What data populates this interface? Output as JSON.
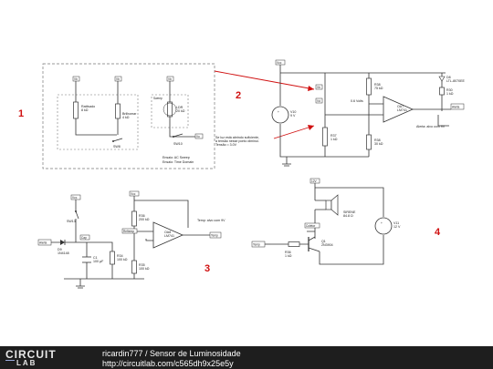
{
  "sections": {
    "s1": "1",
    "s2": "2",
    "s3": "3",
    "s4": "4"
  },
  "colors": {
    "annotation": "#d01010",
    "wire": "#333333",
    "footer_bg": "#1e1e1e"
  },
  "circuit1": {
    "r_fixed": "Rattivado",
    "r_fixed_val": "8 kΩ",
    "r_bright": "Brilhomar",
    "r_bright_val": "4 kΩ",
    "ldr": "LDR",
    "ldr_val": "20 kΩ",
    "sweep_label": "Sweep",
    "sw8": "SW8",
    "sw10": "SW10",
    "note1": "Ensaio: AC Sweep",
    "note2": "Ensaio: Time Domain",
    "net_top": "Vb",
    "net_out": "Vo"
  },
  "circuit2": {
    "vcc": "Vcc",
    "v_source": "V10",
    "v_source_val": "9 V",
    "r_top": "R38",
    "r_top_val": "75 kΩ",
    "r_left": "R37",
    "r_left_val": "1 kΩ",
    "r_mid": "R38",
    "r_mid_val": "30 kΩ",
    "r_led": "R30",
    "r_led_val": "1 kΩ",
    "opamp": "OA7",
    "opamp_model": "LM741",
    "led": "D8",
    "led_model": "LTL-8070EE",
    "out_net": "Alerta",
    "in_net1": "Vb",
    "in_net2": "Vd",
    "node_label": "0.6 Volts",
    "out_note": "Alerta: alvo com 9V",
    "note1": "Se luz está abrindo suficiente,",
    "note2": "a tensão nesse ponto diminui.",
    "note3": "Tensão = 3.0V"
  },
  "circuit3": {
    "vcc": "Vcc",
    "sw": "SW13",
    "in_net": "Alerta",
    "diode": "D9",
    "diode_model": "1N4148",
    "cap": "C1",
    "cap_val": "100 µF",
    "cap_net": "Cap",
    "r1": "R34",
    "r1_val": "100 kΩ",
    "r2": "R36",
    "r2_val": "200 kΩ",
    "r3": "R35",
    "r3_val": "100 kΩ",
    "ref_net": "Reftemp",
    "opamp": "OA8",
    "opamp_model": "LM741",
    "out_net": "Temp",
    "out_note": "Temp: alvo com 9V",
    "vcc2": "Vcc"
  },
  "circuit4": {
    "v12": "12V",
    "siren": "SIRENE",
    "siren_val": "84.8 Ω",
    "coletor": "Coletor",
    "transistor": "Q1",
    "transistor_model": "2N3904",
    "r_base": "R36",
    "r_base_val": "1 kΩ",
    "in_net": "Temp",
    "v_source": "V11",
    "v_source_val": "12 V"
  },
  "footer": {
    "logo_top": "CIRCUIT",
    "logo_bottom": "LAB",
    "title": "ricardin777 / Sensor de Luminosidade",
    "url": "http://circuitlab.com/c565dh9x25e5y"
  }
}
